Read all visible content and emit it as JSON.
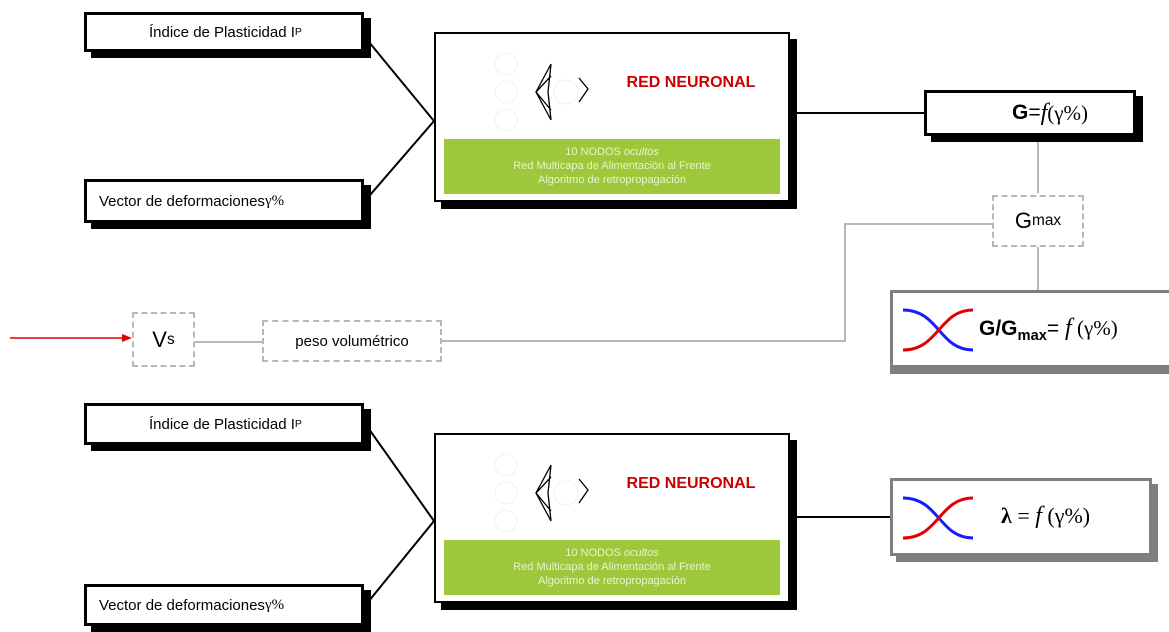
{
  "top": {
    "input1": {
      "text": "Índice de Plasticidad I",
      "sub": "P"
    },
    "input2": {
      "text": "Vector de deformaciones ",
      "symbol": "γ%"
    },
    "network": {
      "title": "RED NEURONAL",
      "line1_prefix": "10 NODOS ",
      "line1_italic": "ocultos",
      "line2": "Red Multicapa de Alimentación al Frente",
      "line3": "Algoritmo de retropropagación"
    },
    "output": {
      "bold": "G",
      "eq": "= ",
      "f": "f",
      "arg": " (γ%)"
    }
  },
  "gmax": {
    "base": "G",
    "sub": "max"
  },
  "vs": {
    "base": "V",
    "sub": "s"
  },
  "peso": {
    "text": "peso volumétrico"
  },
  "ratio_output": {
    "bold1": "G/G",
    "bold_sub": "max",
    "eq": "= ",
    "f": "f",
    "arg": " (γ%)"
  },
  "bottom": {
    "input1": {
      "text": "Índice de Plasticidad I",
      "sub": "P"
    },
    "input2": {
      "text": "Vector de deformaciones ",
      "symbol": "γ%"
    },
    "network": {
      "title": "RED NEURONAL",
      "line1_prefix": "10 NODOS ",
      "line1_italic": "ocultos",
      "line2": "Red Multicapa de Alimentación al Frente",
      "line3": "Algoritmo de retropropagación"
    },
    "output": {
      "lambda": "λ",
      "eq": " = ",
      "f": "f",
      "arg": " (γ%)"
    }
  },
  "colors": {
    "arrow": "#e00000",
    "curve_red": "#e00000",
    "curve_blue": "#1a1aff",
    "green_panel": "#9dc83b",
    "title_red": "#cc0000",
    "connector_gray": "#b8b8b8"
  }
}
